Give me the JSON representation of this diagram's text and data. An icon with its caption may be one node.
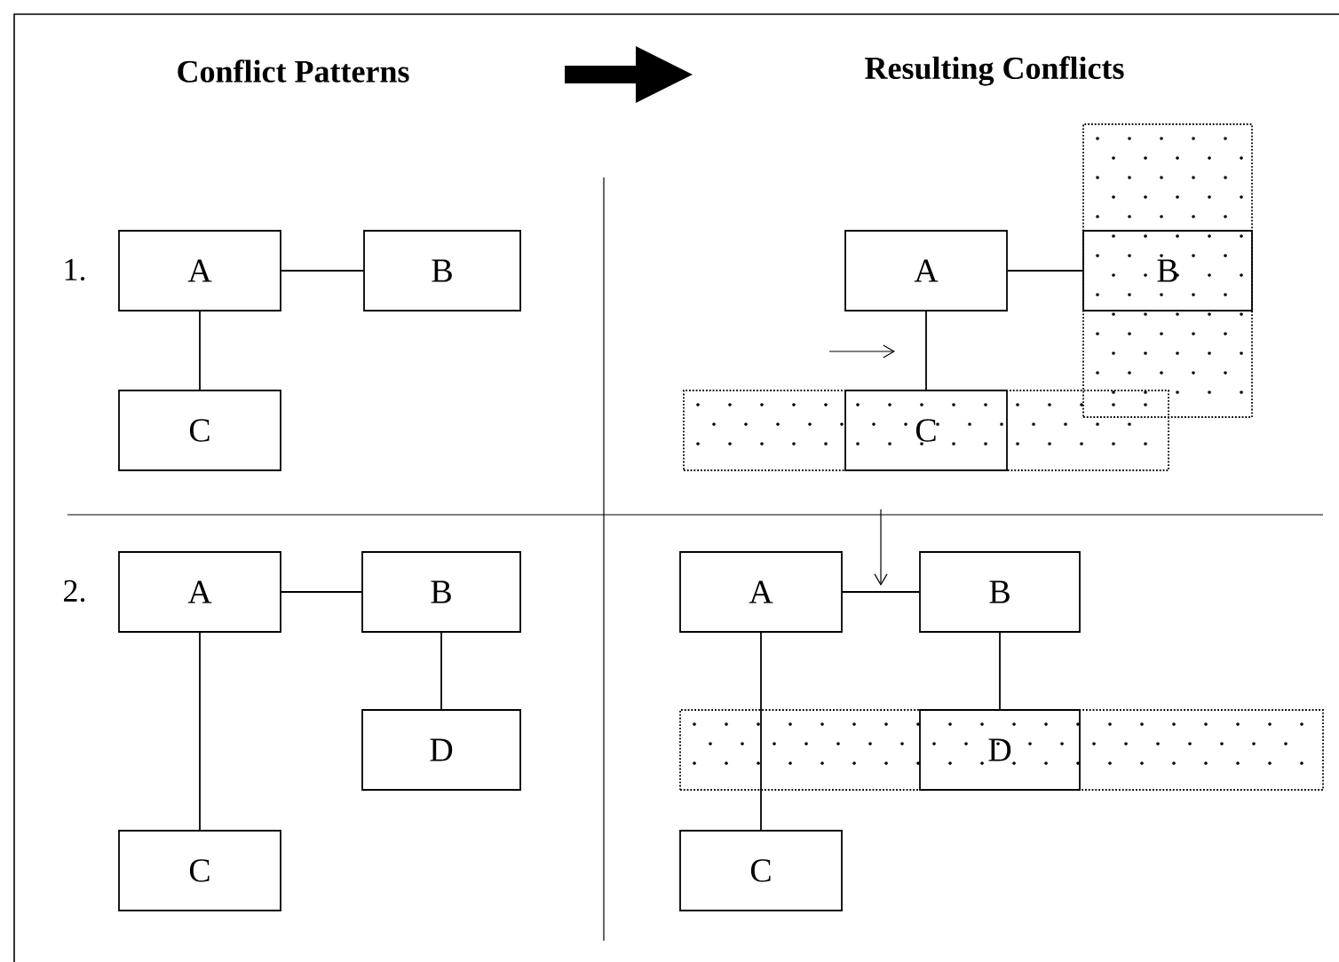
{
  "diagram": {
    "nodes": [
      {
        "text": [
          "A"
        ]
      },
      {
        "text": [
          "B"
        ]
      },
      {
        "text": [
          "C"
        ]
      },
      {
        "text": [
          "A"
        ]
      },
      {
        "text": [],
        "shape": "box"
      },
      {
        "text": [
          "B"
        ],
        "in": 4
      },
      {
        "text": [],
        "shape": "box"
      },
      {
        "text": [
          "C"
        ],
        "in": 6
      },
      {
        "text": [
          "A"
        ]
      },
      {
        "text": [
          "B"
        ]
      },
      {
        "text": [
          "D"
        ]
      },
      {
        "text": [
          "C"
        ]
      },
      {
        "text": [
          "A"
        ]
      },
      {
        "text": [
          "B"
        ]
      },
      {
        "text": [],
        "shape": "box"
      },
      {
        "text": [
          "D"
        ],
        "in": 14
      },
      {
        "text": [
          "C"
        ]
      }
    ],
    "edges": [
      {
        "from": 0,
        "to": 1,
        "arrow": "none"
      },
      {
        "from": 0,
        "to": 2,
        "arrow": "none"
      },
      {
        "from": 3,
        "to": 5,
        "arrow": "none"
      },
      {
        "from": 3,
        "to": 7,
        "arrow": "none"
      },
      {
        "from": 8,
        "to": 9,
        "arrow": "none"
      },
      {
        "from": 9,
        "to": 10,
        "arrow": "none"
      },
      {
        "from": 8,
        "to": 11,
        "arrow": "none"
      },
      {
        "from": 12,
        "to": 13,
        "arrow": "none"
      },
      {
        "from": 13,
        "to": 15,
        "arrow": "none"
      },
      {
        "from": 12,
        "to": 16,
        "arrow": "none"
      }
    ],
    "labels": [
      "Conflict Patterns",
      "Resulting Conflicts",
      "1.",
      "2."
    ]
  }
}
